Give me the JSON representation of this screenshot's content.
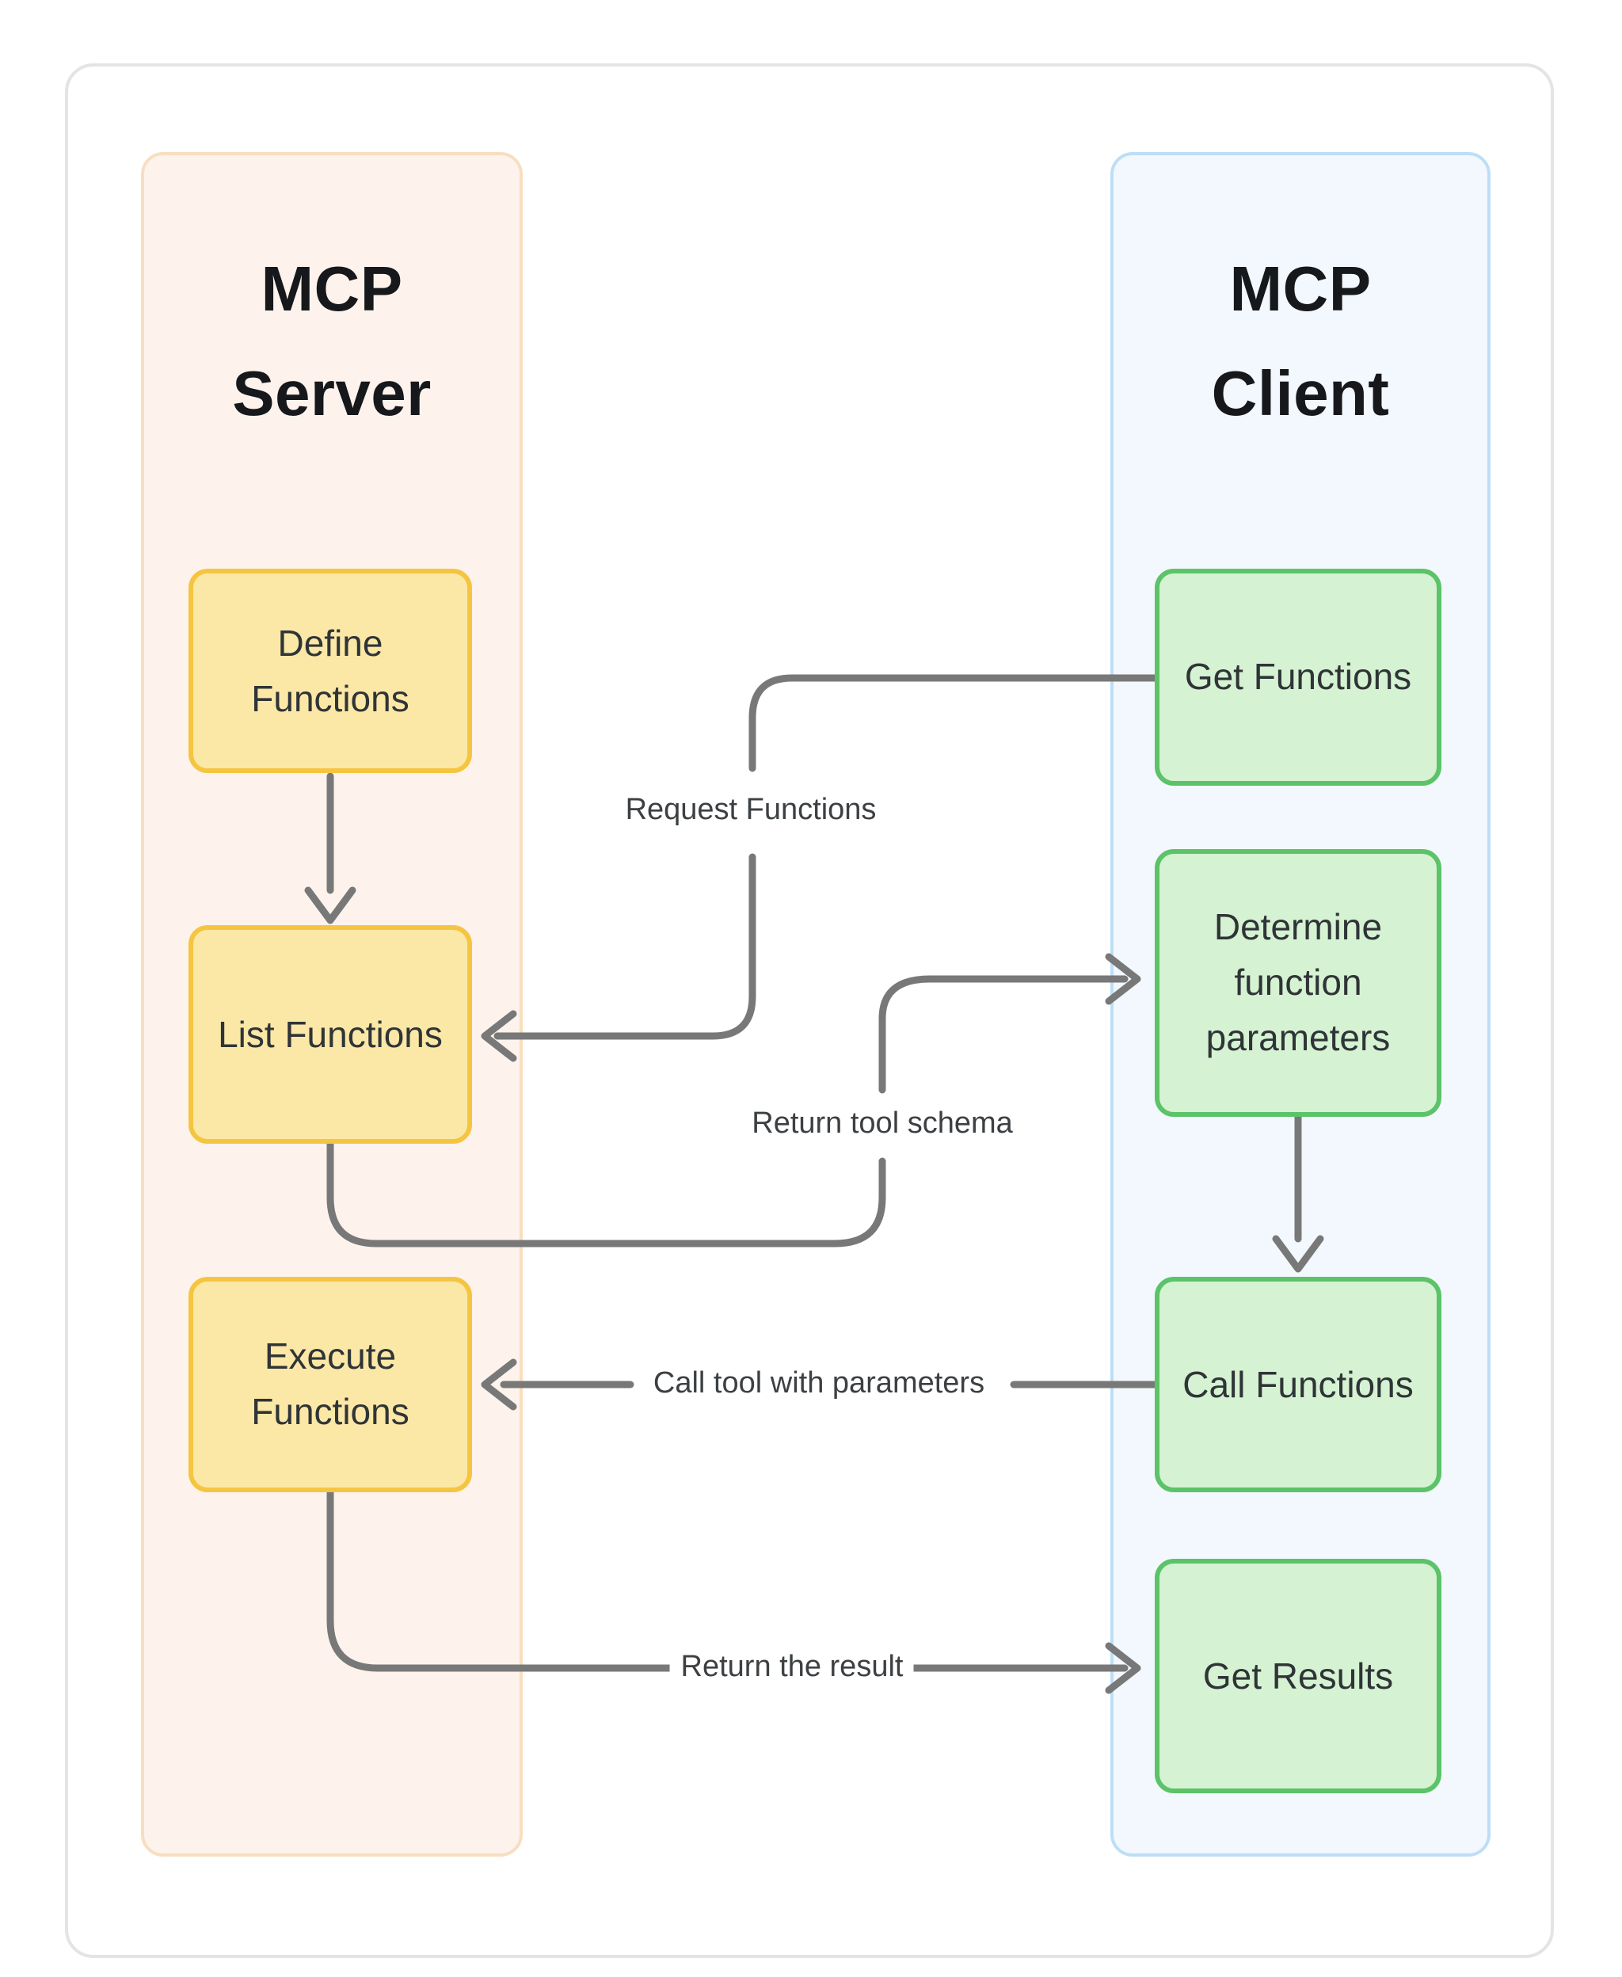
{
  "diagram": {
    "server_column": {
      "title": "MCP Server",
      "title_lines": [
        "MCP",
        "Server"
      ],
      "boxes": [
        {
          "label": "Define Functions"
        },
        {
          "label": "List Functions"
        },
        {
          "label": "Execute Functions"
        }
      ]
    },
    "client_column": {
      "title": "MCP Client",
      "title_lines": [
        "MCP",
        "Client"
      ],
      "boxes": [
        {
          "label": "Get Functions"
        },
        {
          "label": "Determine function parameters"
        },
        {
          "label": "Call Functions"
        },
        {
          "label": "Get Results"
        }
      ]
    },
    "edges": [
      {
        "from": "Define Functions",
        "to": "List Functions",
        "label": ""
      },
      {
        "from": "Get Functions",
        "to": "List Functions",
        "label": "Request Functions"
      },
      {
        "from": "List Functions",
        "to": "Determine function parameters",
        "label": "Return tool schema"
      },
      {
        "from": "Determine function parameters",
        "to": "Call Functions",
        "label": ""
      },
      {
        "from": "Call Functions",
        "to": "Execute Functions",
        "label": "Call tool with parameters"
      },
      {
        "from": "Execute Functions",
        "to": "Get Results",
        "label": "Return the result"
      }
    ],
    "colors": {
      "server_box_fill": "#FBE8A6",
      "server_box_border": "#F5C542",
      "client_box_fill": "#D5F2D2",
      "client_box_border": "#5CC368",
      "server_column_fill": "#FDF3EC",
      "server_column_border": "#F8DEC0",
      "client_column_fill": "#F2F8FD",
      "client_column_border": "#BDDEF6",
      "arrow": "#787878"
    }
  }
}
